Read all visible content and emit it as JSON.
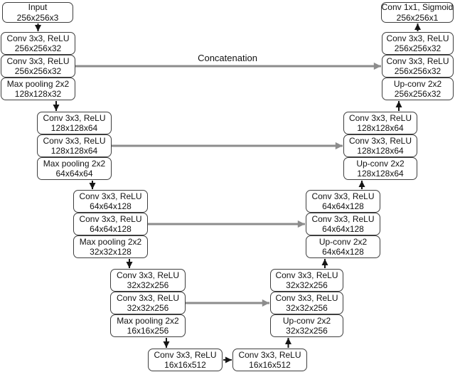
{
  "diagram": {
    "type": "u-net-architecture",
    "skip_label": "Concatenation",
    "colors": {
      "background": "#ffffff",
      "box_fill": "#ffffff",
      "box_border": "#3e3e3e",
      "text": "#111111",
      "black_arrow": "#151515",
      "gray_arrow": "#8c8c8c"
    },
    "nodes": {
      "input": {
        "line1": "Input",
        "line2": "256x256x3"
      },
      "enc1_conv1": {
        "line1": "Conv 3x3, ReLU",
        "line2": "256x256x32"
      },
      "enc1_conv2": {
        "line1": "Conv 3x3, ReLU",
        "line2": "256x256x32"
      },
      "enc1_pool": {
        "line1": "Max pooling 2x2",
        "line2": "128x128x32"
      },
      "enc2_conv1": {
        "line1": "Conv 3x3, ReLU",
        "line2": "128x128x64"
      },
      "enc2_conv2": {
        "line1": "Conv 3x3, ReLU",
        "line2": "128x128x64"
      },
      "enc2_pool": {
        "line1": "Max pooling 2x2",
        "line2": "64x64x64"
      },
      "enc3_conv1": {
        "line1": "Conv 3x3, ReLU",
        "line2": "64x64x128"
      },
      "enc3_conv2": {
        "line1": "Conv 3x3, ReLU",
        "line2": "64x64x128"
      },
      "enc3_pool": {
        "line1": "Max pooling 2x2",
        "line2": "32x32x128"
      },
      "enc4_conv1": {
        "line1": "Conv 3x3, ReLU",
        "line2": "32x32x256"
      },
      "enc4_conv2": {
        "line1": "Conv 3x3, ReLU",
        "line2": "32x32x256"
      },
      "enc4_pool": {
        "line1": "Max pooling 2x2",
        "line2": "16x16x256"
      },
      "bottleneck_conv1": {
        "line1": "Conv 3x3, ReLU",
        "line2": "16x16x512"
      },
      "bottleneck_conv2": {
        "line1": "Conv 3x3, ReLU",
        "line2": "16x16x512"
      },
      "dec4_conv_top": {
        "line1": "Conv 3x3, ReLU",
        "line2": "32x32x256"
      },
      "dec4_conv_mid": {
        "line1": "Conv 3x3, ReLU",
        "line2": "32x32x256"
      },
      "dec4_upconv": {
        "line1": "Up-conv 2x2",
        "line2": "32x32x256"
      },
      "dec3_conv_top": {
        "line1": "Conv 3x3, ReLU",
        "line2": "64x64x128"
      },
      "dec3_conv_mid": {
        "line1": "Conv 3x3, ReLU",
        "line2": "64x64x128"
      },
      "dec3_upconv": {
        "line1": "Up-conv 2x2",
        "line2": "64x64x128"
      },
      "dec2_conv_top": {
        "line1": "Conv 3x3, ReLU",
        "line2": "128x128x64"
      },
      "dec2_conv_mid": {
        "line1": "Conv 3x3, ReLU",
        "line2": "128x128x64"
      },
      "dec2_upconv": {
        "line1": "Up-conv 2x2",
        "line2": "128x128x64"
      },
      "dec1_conv_top": {
        "line1": "Conv 3x3, ReLU",
        "line2": "256x256x32"
      },
      "dec1_conv_mid": {
        "line1": "Conv 3x3, ReLU",
        "line2": "256x256x32"
      },
      "dec1_upconv": {
        "line1": "Up-conv 2x2",
        "line2": "256x256x32"
      },
      "output": {
        "line1": "Conv 1x1, Sigmoid",
        "line2": "256x256x1"
      }
    }
  }
}
